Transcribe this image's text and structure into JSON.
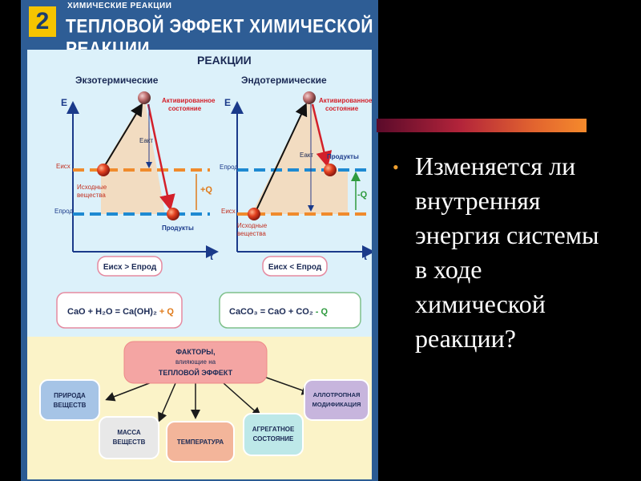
{
  "poster": {
    "number": "2",
    "category": "ХИМИЧЕСКИЕ РЕАКЦИИ",
    "title": "ТЕПЛОВОЙ ЭФФЕКТ ХИМИЧЕСКОЙ РЕАКЦИИ",
    "reactions_heading": "РЕАКЦИИ",
    "exo": {
      "title": "Экзотермические",
      "axis_e": "E",
      "axis_t": "t",
      "activated": [
        "Активированное",
        "состояние"
      ],
      "e_act": "Eакт",
      "e_ish": "Eисх",
      "e_prod": "Eпрод",
      "heat": "+Q",
      "reactants": [
        "Исходные",
        "вещества"
      ],
      "products": "Продукты",
      "relation": "Eисх > Eпрод",
      "equation": "CaO + H₂O = Ca(OH)₂",
      "equation_q": "+ Q"
    },
    "endo": {
      "title": "Эндотермические",
      "axis_e": "E",
      "axis_t": "t",
      "activated": [
        "Активированное",
        "состояние"
      ],
      "e_act": "Eакт",
      "e_ish": "Eисх",
      "e_prod": "Eпрод",
      "heat": "-Q",
      "reactants": [
        "Исходные",
        "вещества"
      ],
      "products": "Продукты",
      "relation": "Eисх < Eпрод",
      "equation": "CaCO₃ = CaO + CO₂",
      "equation_q": "- Q"
    },
    "factors": {
      "center": [
        "ФАКТОРЫ,",
        "влияющие на",
        "ТЕПЛОВОЙ ЭФФЕКТ"
      ],
      "nature": [
        "ПРИРОДА",
        "ВЕЩЕСТВ"
      ],
      "mass": [
        "МАССА",
        "ВЕЩЕСТВ"
      ],
      "temperature": "ТЕМПЕРАТУРА",
      "state": [
        "АГРЕГАТНОЕ",
        "СОСТОЯНИЕ"
      ],
      "allotropic": [
        "АЛЛОТРОПНАЯ",
        "МОДИФИКАЦИЯ"
      ]
    }
  },
  "slide": {
    "bullet_lines": [
      "Изменяется ли",
      "внутренняя",
      "энергия системы",
      "в ходе",
      "химической",
      "реакции?"
    ]
  },
  "colors": {
    "poster_blue": "#2b5b93",
    "header_yellow": "#f5c400",
    "panel_light_blue": "#dcf1fa",
    "panel_cream": "#fbf3c8",
    "orange_level": "#f08b2c",
    "blue_level": "#1e8ad2",
    "arrow_red": "#d3202a",
    "accent_bar": "#e2642f"
  }
}
